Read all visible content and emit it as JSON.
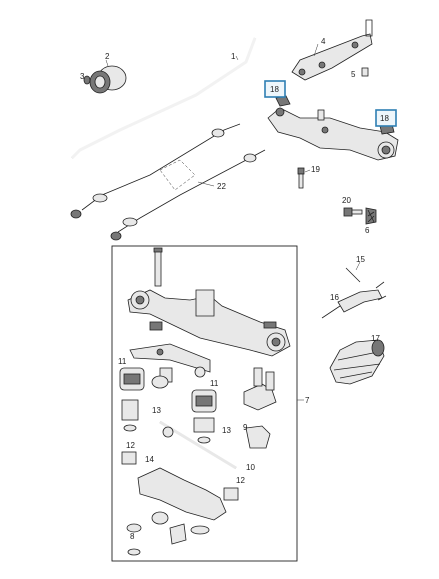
{
  "callouts": {
    "c1": "1",
    "c2": "2",
    "c3": "3",
    "c4": "4",
    "c5": "5",
    "c18a": "18",
    "c18b": "18",
    "c19": "19",
    "c22": "22",
    "c20": "20",
    "c6": "6",
    "c15": "15",
    "c16": "16",
    "c17": "17",
    "c7": "7",
    "c11a": "11",
    "c11b": "11",
    "c13a": "13",
    "c13b": "13",
    "c9": "9",
    "c12a": "12",
    "c12b": "12",
    "c14": "14",
    "c10": "10",
    "c8": "8"
  },
  "colors": {
    "highlight_border": "#2e7fb3",
    "line": "#222222",
    "part_fill": "#e8e8e8"
  }
}
